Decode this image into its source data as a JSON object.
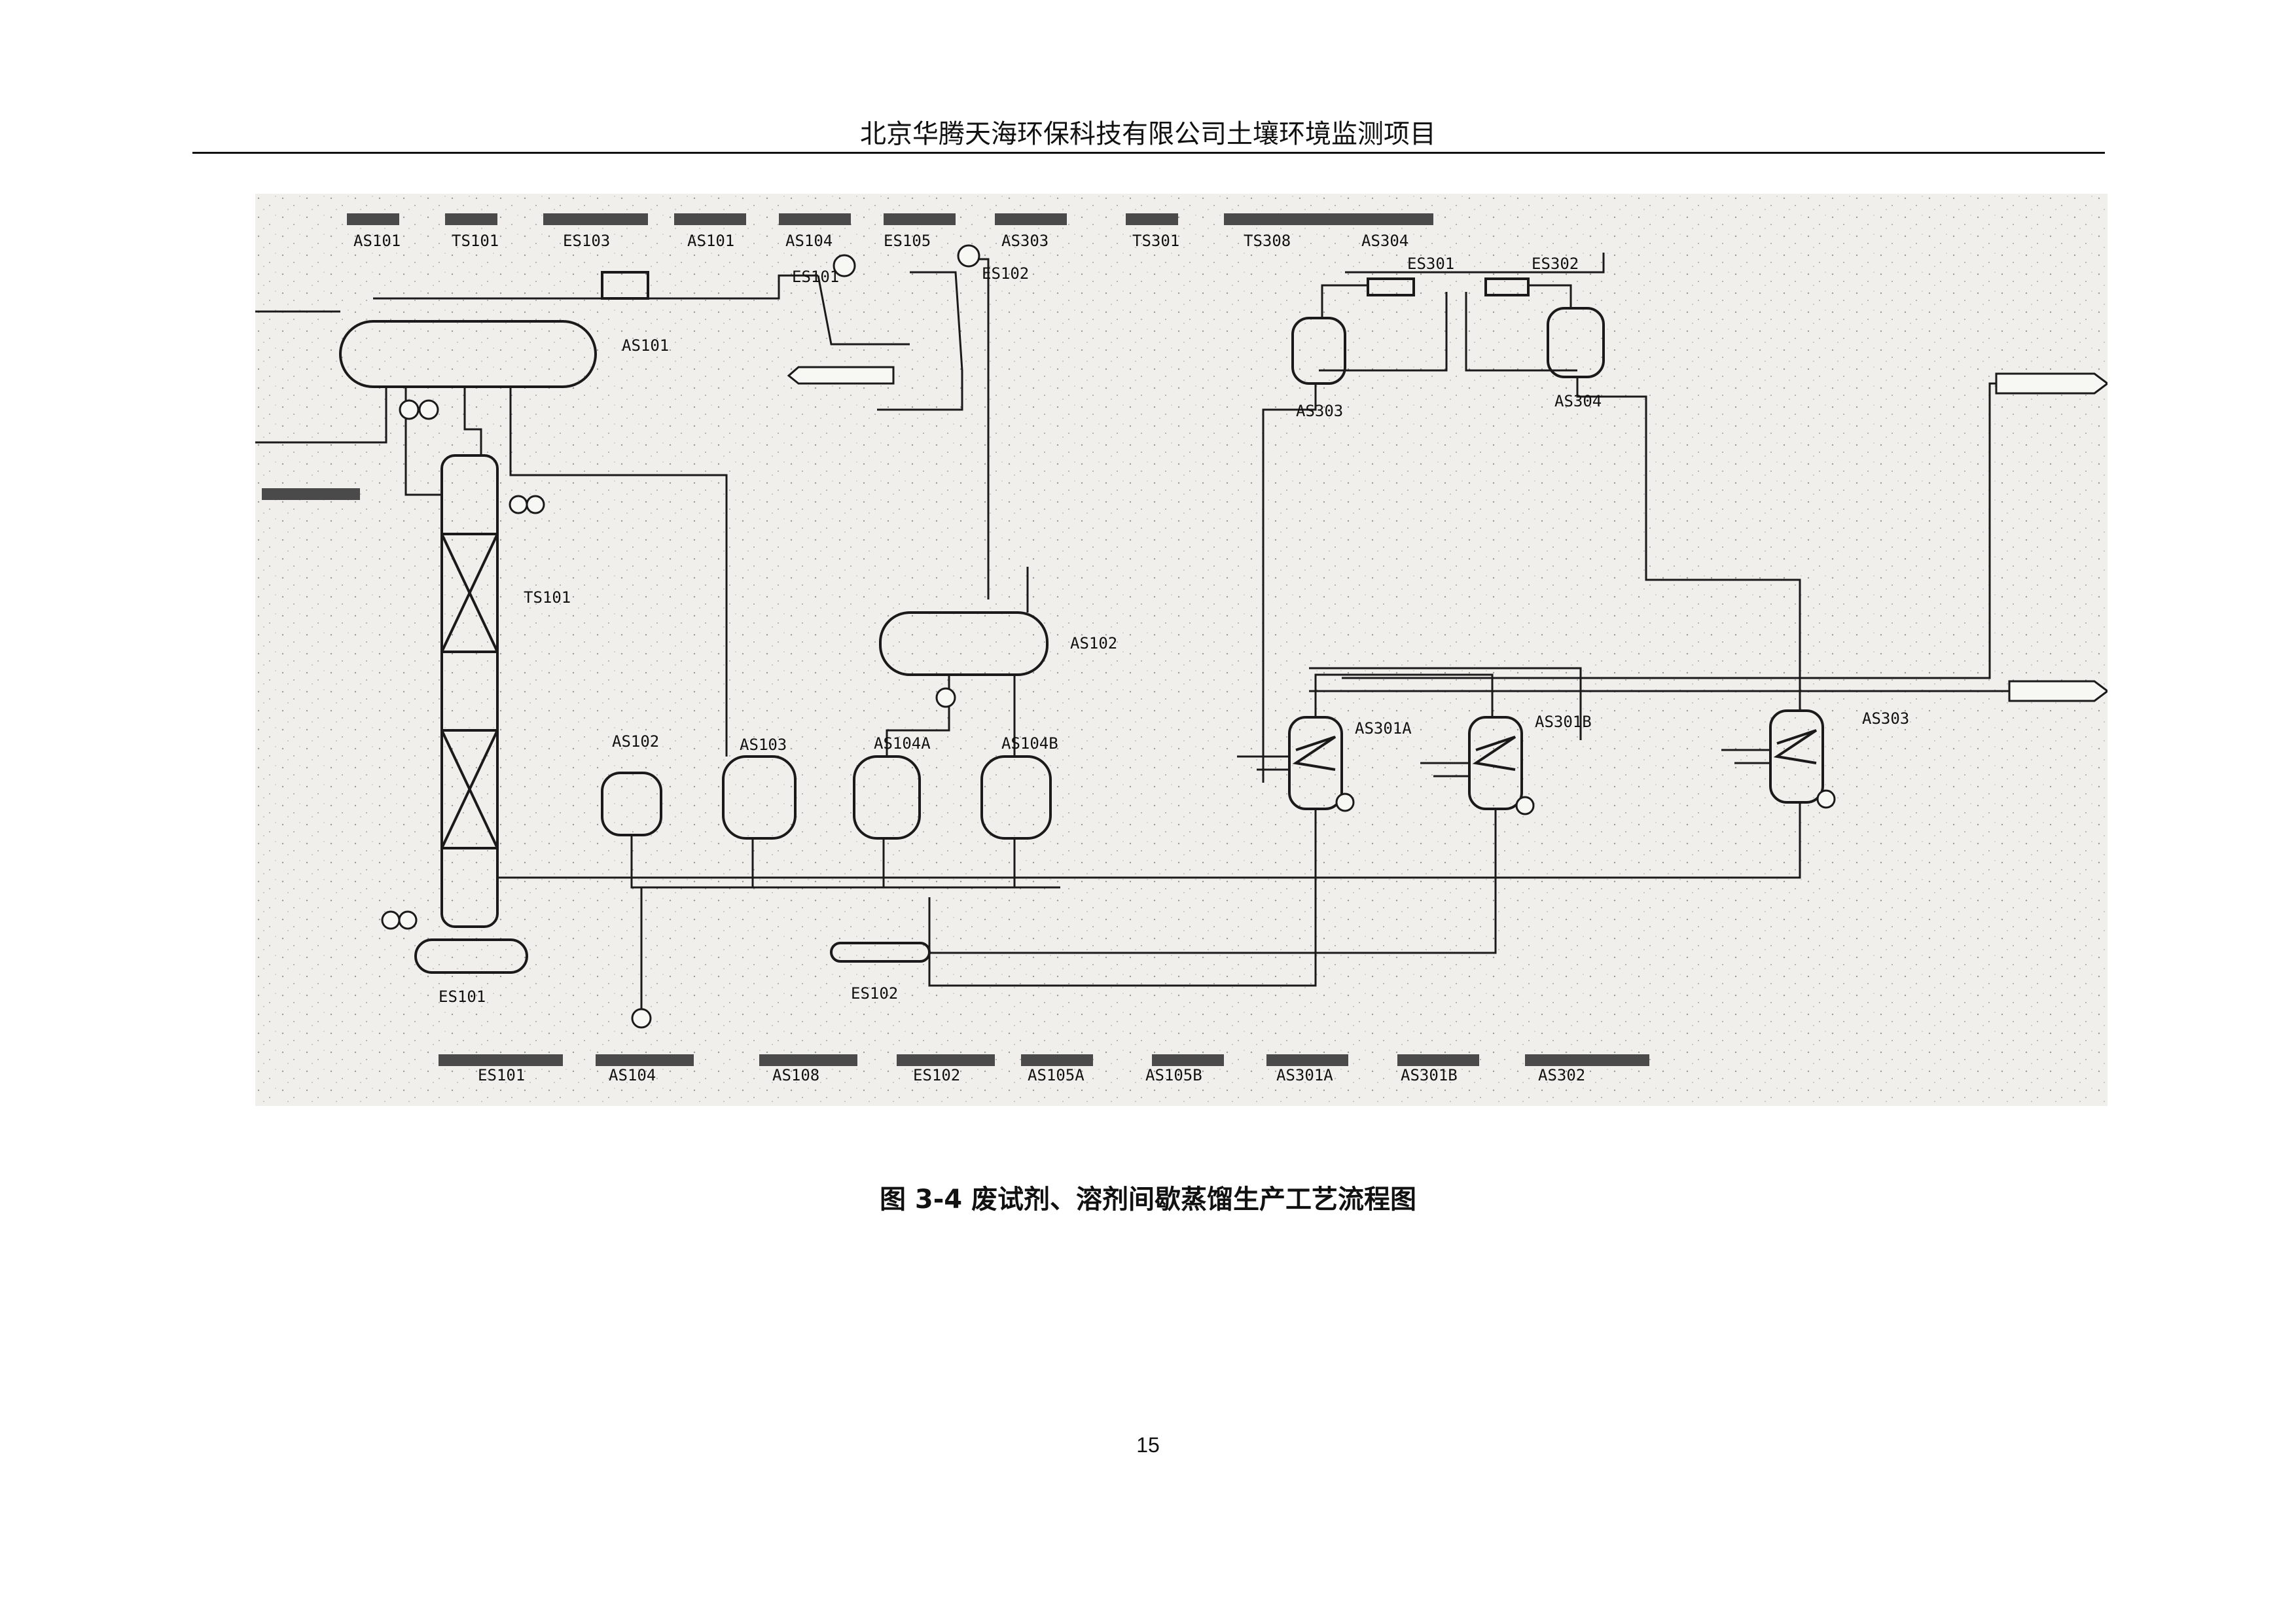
{
  "header": {
    "title": "北京华腾天海环保科技有限公司土壤环境监测项目"
  },
  "figure": {
    "caption": "图 3-4 废试剂、溶剂间歇蒸馏生产工艺流程图",
    "equipment_tags": [
      "AS101",
      "TS101",
      "ES103",
      "AS101",
      "AS104",
      "ES105",
      "AS303",
      "TS301",
      "TS308",
      "AS304",
      "ES101",
      "ES102",
      "ES301",
      "ES302",
      "AS101",
      "TS101",
      "AS102",
      "AS103",
      "AS102",
      "AS104A",
      "AS104B",
      "AS303",
      "AS304",
      "AS301A",
      "AS301B",
      "AS303",
      "ES101",
      "ES102",
      "ES101",
      "AS104",
      "AS108",
      "ES102",
      "AS105A",
      "AS105B",
      "AS301A",
      "AS301B",
      "AS302"
    ]
  },
  "page": {
    "number": "15"
  }
}
